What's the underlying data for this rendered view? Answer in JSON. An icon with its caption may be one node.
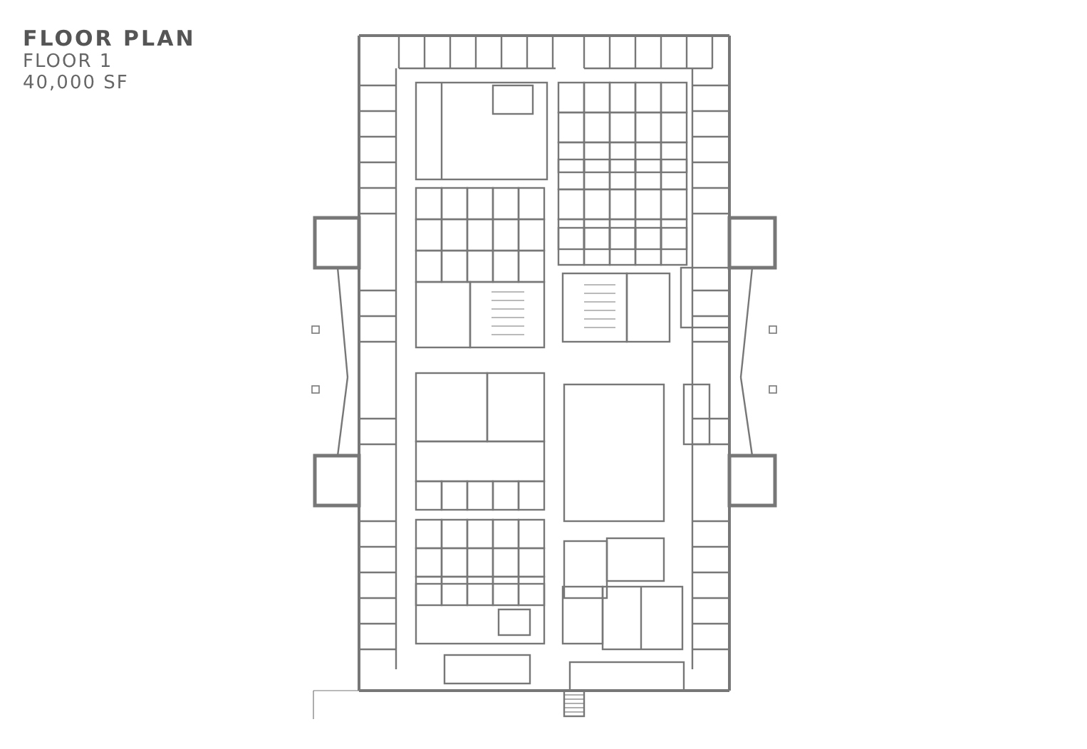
{
  "diagram": {
    "title": "FLOOR PLAN",
    "labels": [
      "FLOOR 1",
      "40,000 SF"
    ]
  }
}
